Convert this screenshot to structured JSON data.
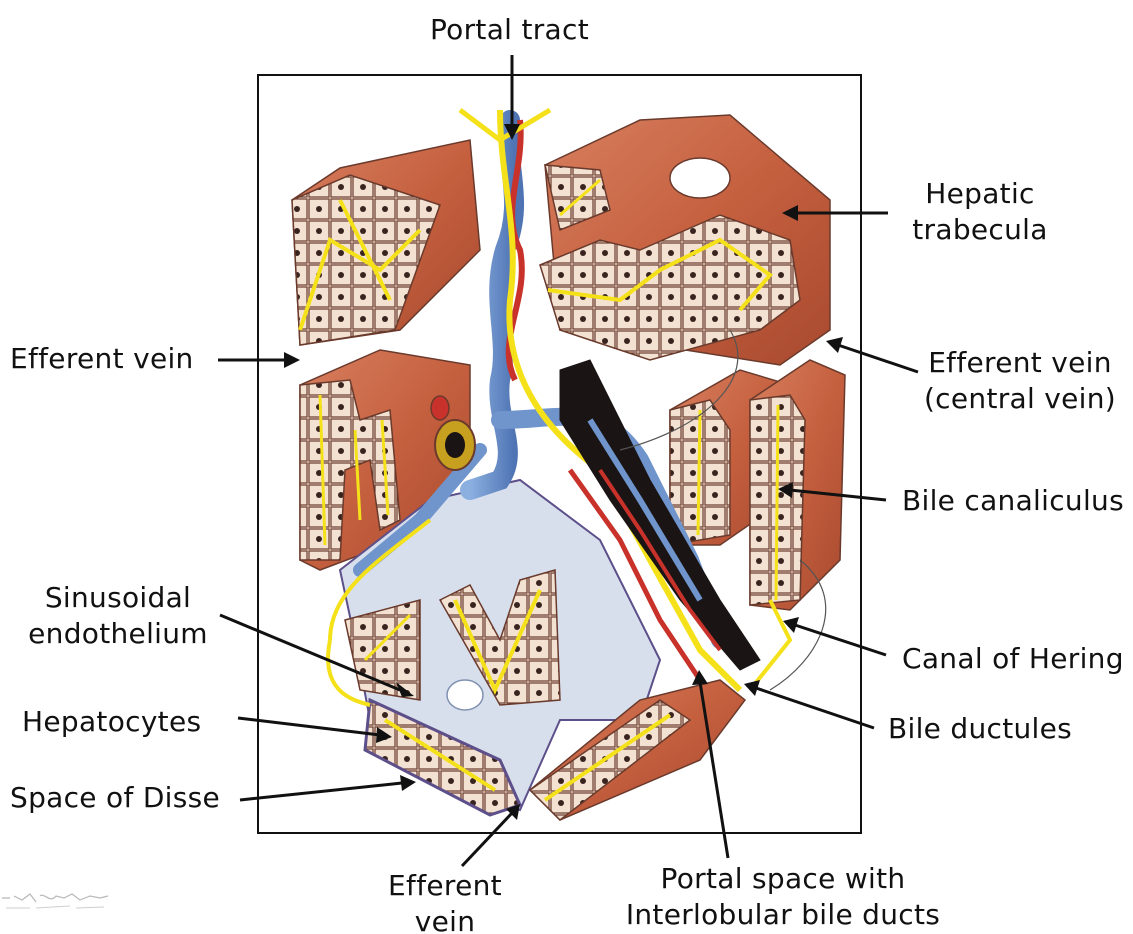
{
  "labels": {
    "portal_tract": "Portal tract",
    "hepatic_trabecula_line1": "Hepatic",
    "hepatic_trabecula_line2": "trabecula",
    "efferent_vein_left": "Efferent vein",
    "efferent_vein_central_line1": "Efferent vein",
    "efferent_vein_central_line2": "(central vein)",
    "bile_canaliculus": "Bile canaliculus",
    "sinusoidal_line1": "Sinusoidal",
    "sinusoidal_line2": "endothelium",
    "canal_of_hering": "Canal of Hering",
    "hepatocytes": "Hepatocytes",
    "bile_ductules": "Bile ductules",
    "space_of_disse": "Space of Disse",
    "efferent_vein_bottom_line1": "Efferent",
    "efferent_vein_bottom_line2": "vein",
    "portal_space_line1": "Portal space with",
    "portal_space_line2": "Interlobular bile ducts"
  },
  "colors": {
    "hepatocyte_plate": "#c9694a",
    "hepatocyte_plate_dark": "#a8492f",
    "cell_face": "#f3e2d2",
    "nucleus": "#3a2420",
    "bile_canaliculus_yellow": "#f5e11a",
    "portal_vein_blue": "#6f95cc",
    "hepatic_artery_red": "#c8322a",
    "sinusoid_endothelium": "#d7dfec",
    "bile_duct_black": "#1a1414",
    "frame": "#111111"
  }
}
